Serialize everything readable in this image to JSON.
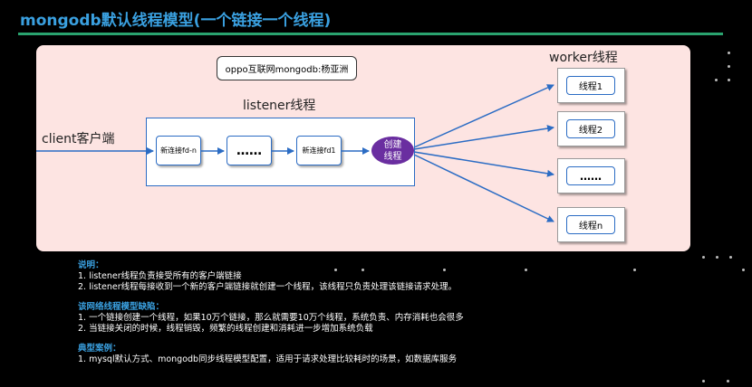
{
  "title": "mongodb默认线程模型(一个链接一个线程)",
  "credit": "oppo互联网mongodb:杨亚洲",
  "labels": {
    "worker": "worker线程",
    "listener": "listener线程",
    "client": "client客户端"
  },
  "listener_nodes": {
    "new_conn_n": "新连接fd-n",
    "ellipsis": "……",
    "new_conn_1": "新连接fd1",
    "create_line1": "创建",
    "create_line2": "线程"
  },
  "workers": [
    "线程1",
    "线程2",
    "……",
    "线程n"
  ],
  "notes": {
    "section1_title": "说明：",
    "section1_items": [
      "1. listener线程负责接受所有的客户端链接",
      "2. listener线程每接收到一个新的客户端链接就创建一个线程，该线程只负责处理该链接请求处理。"
    ],
    "section2_title": "该网络线程模型缺陷：",
    "section2_items": [
      "1. 一个链接创建一个线程，如果10万个链接，那么就需要10万个线程，系统负责、内存消耗也会很多",
      "2. 当链接关闭的时候，线程销毁，频繁的线程创建和消耗进一步增加系统负载"
    ],
    "section3_title": "典型案例：",
    "section3_items": [
      "1. mysql默认方式、mongodb同步线程模型配置，适用于请求处理比较耗时的场景，如数据库服务"
    ]
  },
  "colors": {
    "title": "#3aa0e0",
    "underline": "#2aa36f",
    "panel": "#fde4e2",
    "arrow": "#2b6cc4",
    "create_node": "#6a2ea0"
  }
}
